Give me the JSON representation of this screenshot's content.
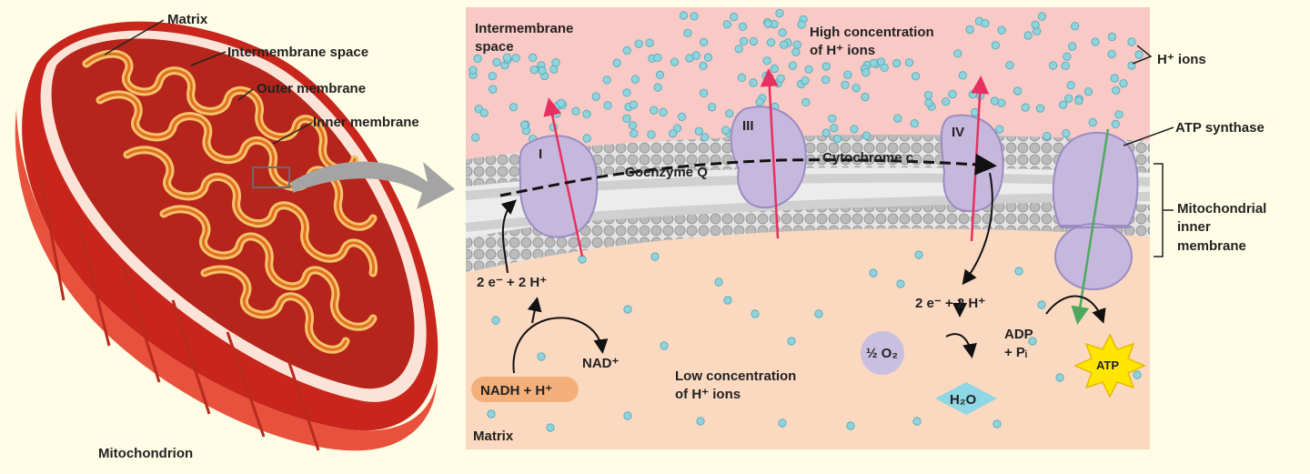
{
  "labels": {
    "matrix_top": "Matrix",
    "intermembrane_space_left": "Intermembrane space",
    "outer_membrane": "Outer membrane",
    "inner_membrane": "Inner membrane",
    "mitochondrion": "Mitochondrion",
    "intermembrane_space_line1": "Intermembrane",
    "intermembrane_space_line2": "space",
    "high_conc_line1": "High concentration",
    "high_conc_line2": "of H⁺ ions",
    "h_ions": "H⁺ ions",
    "atp_synthase": "ATP synthase",
    "mito_inner_line1": "Mitochondrial",
    "mito_inner_line2": "inner",
    "mito_inner_line3": "membrane",
    "complex_1": "I",
    "complex_3": "III",
    "complex_4": "IV",
    "coenzyme_q": "Coenzyme Q",
    "cytochrome_c": "Cytochrome c",
    "electrons_left": "2 e⁻ + 2 H⁺",
    "nad_plus": "NAD⁺",
    "nadh": "NADH + H⁺",
    "low_conc_line1": "Low concentration",
    "low_conc_line2": "of H⁺ ions",
    "matrix_bottom": "Matrix",
    "electrons_right": "2 e⁻ + 2 H⁺",
    "half_o2": "½ O₂",
    "water": "H₂O",
    "adp_line1": "ADP",
    "adp_line2": "+ Pᵢ",
    "atp": "ATP"
  },
  "colors": {
    "background": "#fffde6",
    "intermembrane_space": "#f9c9c6",
    "matrix_space": "#fbd9c0",
    "protein": "#c6b8dd",
    "proton": "#8fd3dc",
    "mitochondrion_body": "#e3412f",
    "proton_arrow": "#e83060",
    "atp_starburst": "#ffe600",
    "water_diamond": "#8fd7e4"
  }
}
